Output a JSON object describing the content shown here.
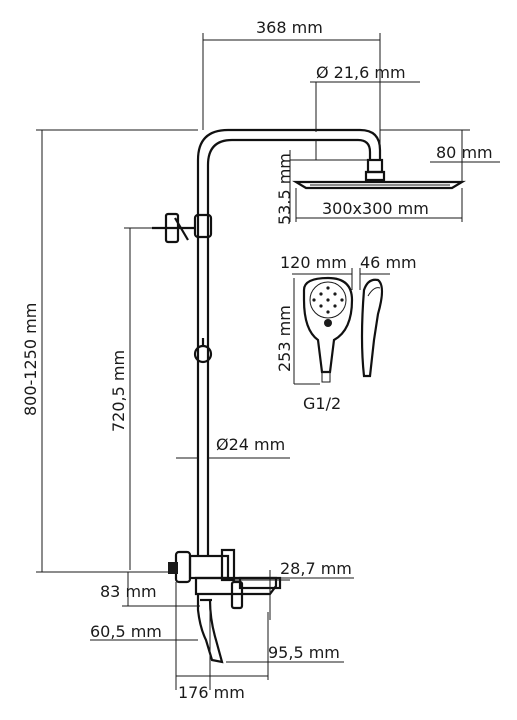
{
  "dimensions": {
    "top_width": "368 mm",
    "arm_diameter": "Ø 21,6 mm",
    "head_offset": "80 mm",
    "head_height": "53.5 mm",
    "head_size": "300x300 mm",
    "hand_width": "120 mm",
    "hand_depth": "46 mm",
    "hand_length": "253 mm",
    "thread": "G1/2",
    "total_height": "800-1250 mm",
    "bar_height": "720,5 mm",
    "pipe_diameter": "Ø24 mm",
    "mixer_offset": "28,7 mm",
    "inlet_height": "83 mm",
    "inlet_offset": "60,5 mm",
    "spout_length": "95,5 mm",
    "overall_depth": "176 mm"
  },
  "colors": {
    "line": "#1a1a1a",
    "background": "#ffffff"
  }
}
